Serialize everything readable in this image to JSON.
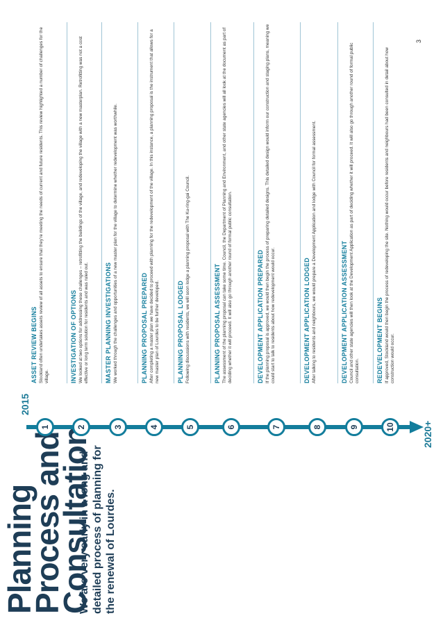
{
  "title": {
    "line1": "Planning",
    "line2": "Process and",
    "line3": "Consultation"
  },
  "subtitle": "We are very early in a long and detailed process of planning for the renewal of Lourdes.",
  "timeline": {
    "start_label": "2015",
    "end_label": "2020+"
  },
  "steps": [
    {
      "num": "1",
      "heading": "ASSET REVIEW BEGINS",
      "body": "Stockland often undertakes assets review of all assets to ensure that they're meeting the needs of current and future residents. This review highlighted a number of challenges for the village."
    },
    {
      "num": "2",
      "heading": "INVESTIGATION OF OPTIONS",
      "body": "We looked at two options for addressing these challenges – retrofitting the buildings of the village, and redeveloping the village with a new masterplan. Retrofitting was not a cost effective or long term solution for residents and was ruled out."
    },
    {
      "num": "3",
      "heading": "MASTER PLANNING INVESTIGATIONS",
      "body": "We worked through the challenges and opportunities of a new master plan for the village to determine whether redevelopment was worthwhile."
    },
    {
      "num": "4",
      "heading": "PLANNING PROPOSAL PREPARED",
      "body": "After completing a master plan we have decided to proceed with planning for the redevelopment of the village. In this instance, a planning proposal is the instrument that allows for a new master plan of Lourdes to be further developed."
    },
    {
      "num": "5",
      "heading": "PLANNING PROPOSAL LODGED",
      "body": "Following discussions with residents, we will soon lodge a planning proposal with The Ku-ring-gai Council."
    },
    {
      "num": "6",
      "heading": "PLANNING PROPOSAL ASSESSMENT",
      "body": "The assessment of the planning proposal can take some time. Council, the Department of Planning and Environment, and other state agencies will all look at the document as part of deciding whether it will proceed. It will also go through another round of formal public consultation."
    },
    {
      "num": "7",
      "heading": "DEVELOPMENT APPLICATION PREPARED",
      "body": "If the planning proposal is approved, we would then begin the process of preparing detailed designs. This detailed design would inform our construction and staging plans, meaning we could start to talk to residents about how redevelopment would occur."
    },
    {
      "num": "8",
      "heading": "DEVELOPMENT APPLICATION LODGED",
      "body": "After talking to residents and neighbours, we would prepare a Development Application and lodge with Council for formal assessment."
    },
    {
      "num": "9",
      "heading": "DEVELOPMENT APPLICATION ASSESSMENT",
      "body": "Council and other state agencies will then look at the Development Application as part of deciding whether it will proceed. It will also go through another round of formal public consultation."
    },
    {
      "num": "10",
      "heading": "REDEVELOPMENT BEGINS",
      "body": "If approved, Stockland would then begin the process of redeveloping the site. Nothing would occur before residents and neighbours had been consulted in detail about how construction would occur."
    }
  ],
  "page_number": "3",
  "colors": {
    "accent": "#137d9c",
    "title": "#1e3d56"
  }
}
